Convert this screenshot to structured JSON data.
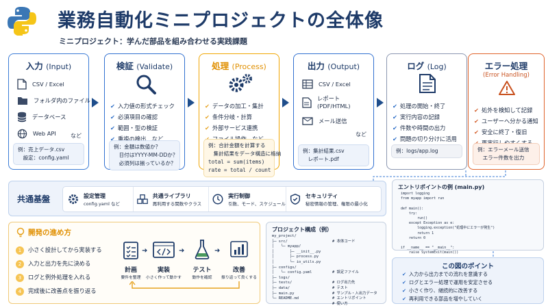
{
  "header": {
    "title": "業務自動化ミニプロジェクトの全体像",
    "subtitle": "ミニプロジェクト：学んだ部品を組み合わせる実践課題"
  },
  "colors": {
    "input": "#3a7bd5",
    "validate": "#2f6fd0",
    "process": "#f0a500",
    "output": "#2f6fd0",
    "log": "#8a96b0",
    "error": "#e0622a",
    "navy": "#1d3a68"
  },
  "input": {
    "title": "入力",
    "sub": "(Input)",
    "items": [
      "CSV / Excel",
      "フォルダ内のファイル",
      "データベース",
      "Web API"
    ],
    "etc": "など",
    "example": [
      "例：売上データ.csv",
      "　設定：config.yaml"
    ]
  },
  "validate": {
    "title": "検証",
    "sub": "(Validate)",
    "items": [
      "入力値の形式チェック",
      "必須項目の確認",
      "範囲・型の検証",
      "重複の検出"
    ],
    "etc": "など",
    "example": [
      "例：金額は数値か？",
      "　日付はYYYY-MM-DDか？",
      "　必須列は揃っているか？"
    ]
  },
  "process": {
    "title": "処理",
    "sub": "(Process)",
    "items": [
      "データの加工・集計",
      "条件分岐・計算",
      "外部サービス連携",
      "ファイル操作"
    ],
    "etc": "など",
    "example": [
      "例：合計金額を計算する",
      "　集計結果をデータ構造に格納",
      "total = sum(items)",
      "rate = total / count"
    ]
  },
  "output": {
    "title": "出力",
    "sub": "(Output)",
    "items": [
      "CSV / Excel",
      "レポート",
      "(PDF/HTML)",
      "メール送信"
    ],
    "etc": "など",
    "example": [
      "例：集計結果.csv",
      "　レポート.pdf"
    ]
  },
  "log": {
    "title": "ログ",
    "sub": "(Log)",
    "items": [
      "処理の開始・終了",
      "実行内容の記録",
      "件数や時間の出力",
      "問題の切り分けに活用"
    ],
    "example": [
      "例：logs/app.log"
    ]
  },
  "error": {
    "title": "エラー処理",
    "sub": "(Error Handling)",
    "items": [
      "処外を検知して記録",
      "ユーザーへ分かる通知",
      "安全に終了・復旧",
      "再実行しやすくする"
    ],
    "example": [
      "例：エラーメール送信",
      "　エラー件数を出力"
    ]
  },
  "infra": {
    "label": "共通基盤",
    "items": [
      {
        "title": "設定管理",
        "desc": "config.yaml など"
      },
      {
        "title": "共通ライブラリ",
        "desc": "再利用する関数やクラス"
      },
      {
        "title": "実行制御",
        "desc": "引数、モード、スケジュール"
      },
      {
        "title": "セキュリティ",
        "desc": "秘密情報の管理、権限の最小化"
      }
    ]
  },
  "entry": {
    "title": "エントリポイントの例 (main.py)",
    "code": "import logging\nfrom myapp import run\n\ndef main():\n    try:\n        run()\n    except Exception as e:\n        logging.exception(\"処理中にエラーが発生\")\n        return 1\n    return 0\n\nif __name__ == \"__main__\":\n    raise SystemExit(main())"
  },
  "steps": {
    "title": "開発の進め方",
    "items": [
      "小さく設計してから実装する",
      "入力と出力を先に決める",
      "ログと例外処理を入れる",
      "完成後に改善点を振り返る"
    ],
    "nums": [
      "1",
      "2",
      "3",
      "4"
    ],
    "flow": [
      {
        "title": "計画",
        "desc": "要件を整理"
      },
      {
        "title": "実装",
        "desc": "小さく作って動かす"
      },
      {
        "title": "テスト",
        "desc": "動作を確認"
      },
      {
        "title": "改善",
        "desc": "振り返って良くする"
      }
    ]
  },
  "structure": {
    "title": "プロジェクト構成（例）",
    "tree": "my_project/\n├─ src/\n│   └─ myapp/\n│       ├─ __init__.py\n│       ├─ process.py\n│       └─ io_utils.py\n├─ configs/\n│   └─ config.yaml\n├─ logs/\n├─ tests/\n├─ data/\n├─ main.py\n└─ README.md",
    "notes": "# 本体コード\n\n\n\n\n\n# 設定ファイル\n\n# ログ出力先\n# テスト\n# サンプル・入出力データ\n# エントリポイント\n# 使い方"
  },
  "points": {
    "title": "この図のポイント",
    "items": [
      "入力から出力までの流れを意識する",
      "ログとエラー処理で運用を安定させる",
      "小さく作り、継続的に改善する",
      "再利用できる部品を増やしていく"
    ]
  }
}
